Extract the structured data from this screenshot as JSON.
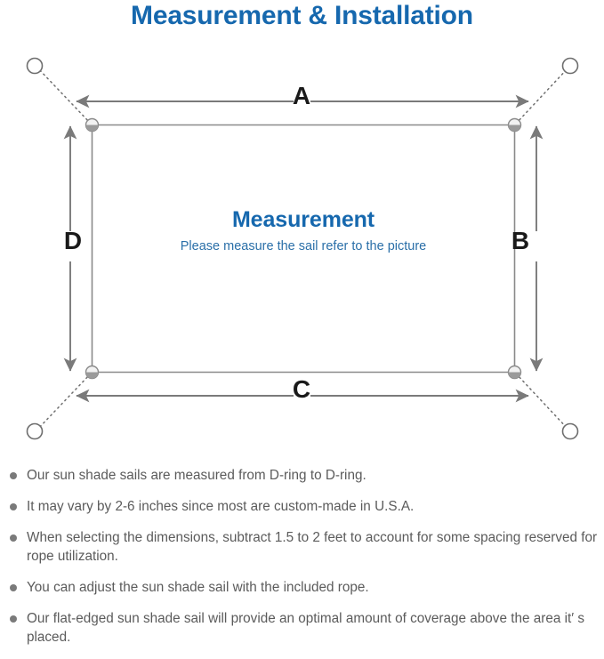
{
  "title": "Measurement & Installation",
  "colors": {
    "title_blue": "#1668ae",
    "heading_blue": "#1668ae",
    "subtitle_blue": "#2a6fa8",
    "body_gray": "#5b5b5b",
    "line_gray": "#7a7a7a",
    "sail_border": "#8a8a8a",
    "label_black": "#1a1a1a"
  },
  "diagram": {
    "center": {
      "heading": "Measurement",
      "subtitle": "Please measure the sail refer to the picture"
    },
    "dimension_labels": {
      "top": "A",
      "right": "B",
      "bottom": "C",
      "left": "D"
    },
    "d_rings": [
      "top-left-d-ring",
      "top-right-d-ring",
      "bottom-left-d-ring",
      "bottom-right-d-ring"
    ],
    "anchor_points": [
      "top-left-anchor",
      "top-right-anchor",
      "bottom-left-anchor",
      "bottom-right-anchor"
    ],
    "rope_style": "dotted"
  },
  "notes": [
    "Our sun shade sails are measured from D-ring to D-ring.",
    "It may vary by 2-6 inches since most are custom-made in U.S.A.",
    "When selecting the dimensions, subtract 1.5 to 2 feet to account for some spacing reserved for rope utilization.",
    "You can adjust the sun shade sail with the included rope.",
    "Our flat-edged sun shade sail will provide an optimal amount of coverage above the area it′ s placed."
  ]
}
